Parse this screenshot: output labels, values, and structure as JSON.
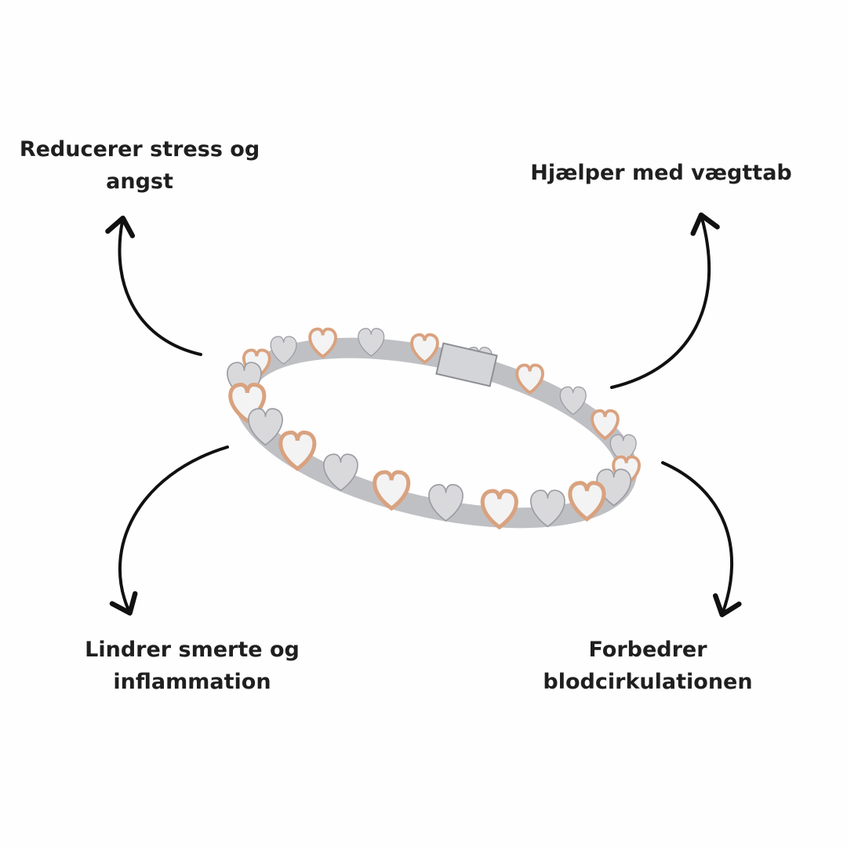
{
  "benefits": {
    "top_left": {
      "line1": "Reducerer stress og",
      "line2": "angst"
    },
    "top_right": {
      "line1": "Hjælper med vægttab"
    },
    "bottom_left": {
      "line1": "Lindrer smerte og",
      "line2": "inflammation"
    },
    "bottom_right": {
      "line1": "Forbedrer",
      "line2": "blodcirkulationen"
    }
  },
  "product": {
    "name": "magnetic-heart-bracelet",
    "colors": {
      "silver": "#d9d9dc",
      "rose_gold": "#d9a27f",
      "arrow": "#111111",
      "text": "#1f1f1f"
    }
  }
}
